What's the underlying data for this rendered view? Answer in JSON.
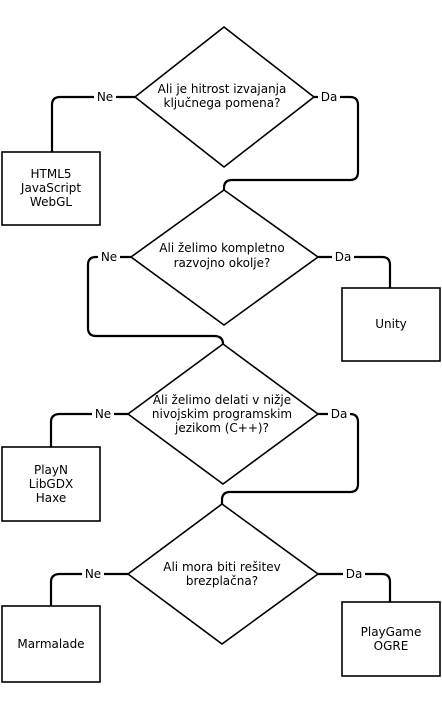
{
  "diagram": {
    "decisions": [
      {
        "lines": [
          "Ali je hitrost izvajanja",
          "ključnega pomena?"
        ]
      },
      {
        "lines": [
          "Ali želimo kompletno",
          "razvojno okolje?"
        ]
      },
      {
        "lines": [
          "Ali želimo delati v nižje",
          "nivojskim programskim",
          "jezikom (C++)?"
        ]
      },
      {
        "lines": [
          "Ali mora biti rešitev",
          "brezplačna?"
        ]
      }
    ],
    "results": [
      {
        "lines": [
          "HTML5",
          "JavaScript",
          "WebGL"
        ]
      },
      {
        "lines": [
          "Unity"
        ]
      },
      {
        "lines": [
          "PlayN",
          "LibGDX",
          "Haxe"
        ]
      },
      {
        "lines": [
          "Marmalade"
        ]
      },
      {
        "lines": [
          "PlayGame",
          "OGRE"
        ]
      }
    ],
    "edge_labels": [
      {
        "text": "Ne"
      },
      {
        "text": "Da"
      },
      {
        "text": "Ne"
      },
      {
        "text": "Da"
      },
      {
        "text": "Ne"
      },
      {
        "text": "Da"
      },
      {
        "text": "Ne"
      },
      {
        "text": "Da"
      }
    ]
  }
}
